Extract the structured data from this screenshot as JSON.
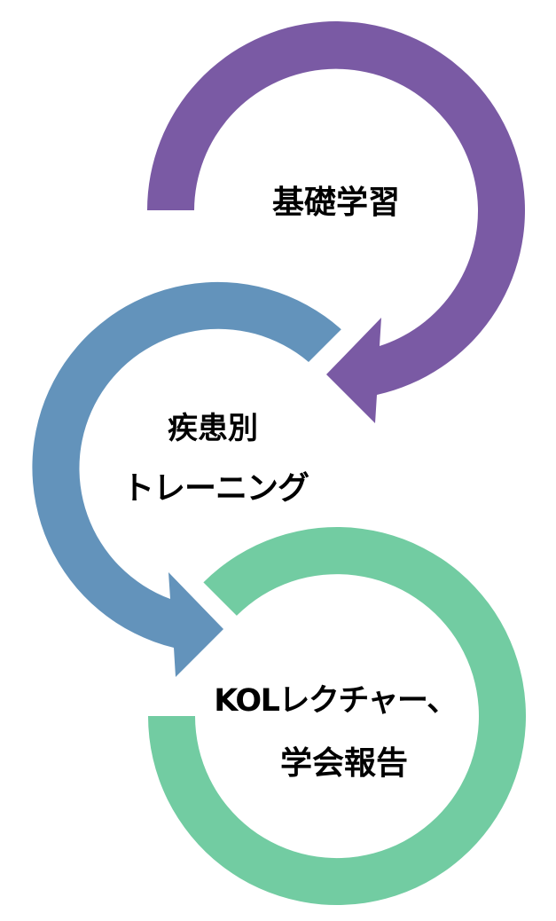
{
  "diagram": {
    "title": "学習サイクル",
    "steps": [
      {
        "label_lines": [
          "基礎学習"
        ],
        "color": "#7A5AA4",
        "shape": "circular-arrow"
      },
      {
        "label_lines": [
          "疾患別",
          "トレーニング"
        ],
        "color": "#6393BB",
        "shape": "circular-arrow"
      },
      {
        "label_lines": [
          "KOLレクチャー、",
          "学会報告"
        ],
        "color": "#72CCA2",
        "shape": "open-ring"
      }
    ]
  }
}
